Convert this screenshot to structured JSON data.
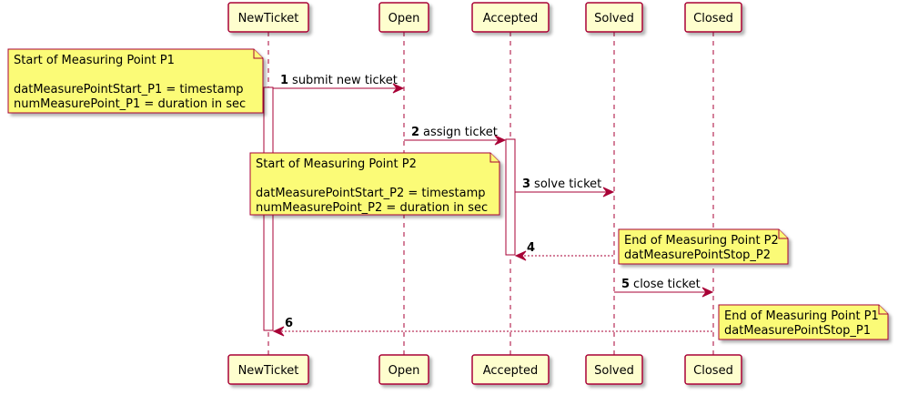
{
  "colors": {
    "participant_fill": "#FEFECE",
    "participant_border": "#A80036",
    "lifeline": "#A80036",
    "message": "#A80036",
    "note_fill": "#FBFB77",
    "note_border": "#A80036",
    "activation_fill": "#FFFFFF"
  },
  "participants": [
    {
      "id": "newticket",
      "label": "NewTicket"
    },
    {
      "id": "open",
      "label": "Open"
    },
    {
      "id": "accepted",
      "label": "Accepted"
    },
    {
      "id": "solved",
      "label": "Solved"
    },
    {
      "id": "closed",
      "label": "Closed"
    }
  ],
  "messages": [
    {
      "number": "1",
      "text": "submit new ticket",
      "from": "newticket",
      "to": "open",
      "style": "solid"
    },
    {
      "number": "2",
      "text": "assign ticket",
      "from": "open",
      "to": "accepted",
      "style": "solid"
    },
    {
      "number": "3",
      "text": "solve ticket",
      "from": "accepted",
      "to": "solved",
      "style": "solid"
    },
    {
      "number": "4",
      "text": "",
      "from": "solved",
      "to": "accepted",
      "style": "dashed"
    },
    {
      "number": "5",
      "text": "close ticket",
      "from": "solved",
      "to": "closed",
      "style": "solid"
    },
    {
      "number": "6",
      "text": "",
      "from": "closed",
      "to": "newticket",
      "style": "dashed"
    }
  ],
  "notes": [
    {
      "id": "note-start-p1",
      "lines": [
        "Start of Measuring Point P1",
        "",
        "datMeasurePointStart_P1 = timestamp",
        "numMeasurePoint_P1 = duration in sec"
      ]
    },
    {
      "id": "note-start-p2",
      "lines": [
        "Start of Measuring Point P2",
        "",
        "datMeasurePointStart_P2 = timestamp",
        "numMeasurePoint_P2 = duration in sec"
      ]
    },
    {
      "id": "note-end-p2",
      "lines": [
        "End of Measuring Point P2",
        "datMeasurePointStop_P2"
      ]
    },
    {
      "id": "note-end-p1",
      "lines": [
        "End of Measuring Point P1",
        "datMeasurePointStop_P1"
      ]
    }
  ]
}
